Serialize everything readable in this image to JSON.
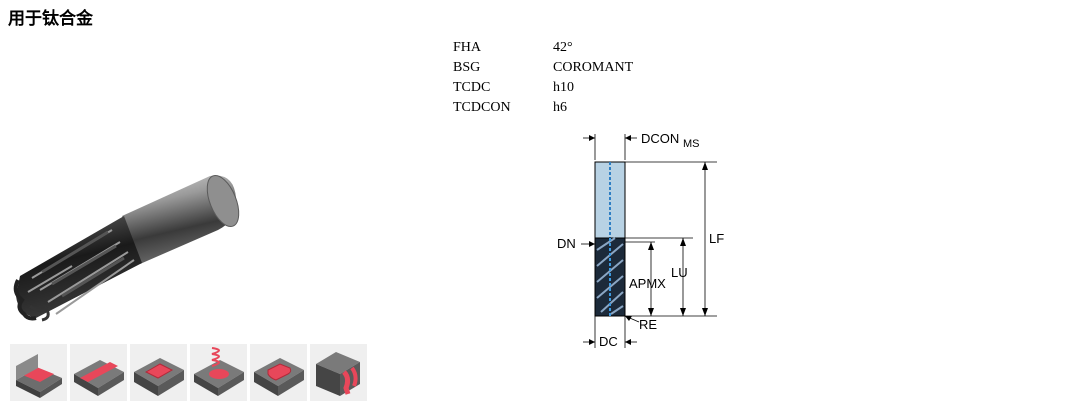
{
  "title": "用于钛合金",
  "specs": [
    {
      "key": "FHA",
      "value": "42°"
    },
    {
      "key": "BSG",
      "value": "COROMANT"
    },
    {
      "key": "TCDC",
      "value": "h10"
    },
    {
      "key": "TCDCON",
      "value": "h6"
    }
  ],
  "diagram": {
    "labels": {
      "dcon": "DCON",
      "dcon_sub": "MS",
      "dn": "DN",
      "lf": "LF",
      "lu": "LU",
      "apmx": "APMX",
      "re": "RE",
      "dc": "DC"
    },
    "colors": {
      "shank": "#b8d2e4",
      "flutes": "#1c2a3a",
      "coolant": "#2f7fc4"
    }
  },
  "operations": [
    "shoulder-milling-icon",
    "face-milling-icon",
    "pocketing-icon",
    "helical-interpolation-icon",
    "slot-milling-icon",
    "profiling-icon"
  ],
  "accent_color": "#e8475a"
}
